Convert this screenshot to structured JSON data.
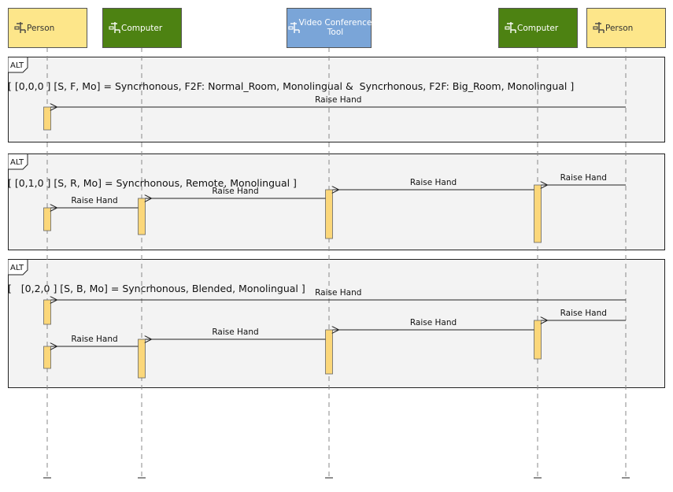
{
  "participants": [
    {
      "id": "p1",
      "label_lines": [
        "Person"
      ],
      "fill": "#fde68a",
      "text_color": "#333333"
    },
    {
      "id": "c1",
      "label_lines": [
        "Computer"
      ],
      "fill": "#4d8212",
      "text_color": "#ffffff"
    },
    {
      "id": "vc",
      "label_lines": [
        "Video Conference",
        "Tool"
      ],
      "fill": "#7aa5d8",
      "text_color": "#ffffff"
    },
    {
      "id": "c2",
      "label_lines": [
        "Computer"
      ],
      "fill": "#4d8212",
      "text_color": "#ffffff"
    },
    {
      "id": "p2",
      "label_lines": [
        "Person"
      ],
      "fill": "#fde68a",
      "text_color": "#333333"
    }
  ],
  "colors": {
    "activation": "#fbd77a",
    "frame_stroke": "#222222",
    "lifeline": "#888888",
    "person_icon": "#444444",
    "computer_icon": "#ffffff"
  },
  "icons": {
    "participant": "component-icon"
  },
  "fragments": [
    {
      "keyword": "ALT",
      "condition": "[ [0,0,0 ] [S, F, Mo] = Syncrhonous, F2F: Normal_Room, Monolingual &  Syncrhonous, F2F: Big_Room, Monolingual ]",
      "messages": [
        {
          "from": "p2",
          "to": "p1",
          "label": "Raise Hand"
        }
      ]
    },
    {
      "keyword": "ALT",
      "condition": "[ [0,1,0 ] [S, R, Mo] = Syncrhonous, Remote, Monolingual ]",
      "messages": [
        {
          "from": "p2",
          "to": "c2",
          "label": "Raise Hand"
        },
        {
          "from": "c2",
          "to": "vc",
          "label": "Raise Hand"
        },
        {
          "from": "vc",
          "to": "c1",
          "label": "Raise Hand"
        },
        {
          "from": "c1",
          "to": "p1",
          "label": "Raise Hand"
        }
      ]
    },
    {
      "keyword": "ALT",
      "condition": "[   [0,2,0 ] [S, B, Mo] = Syncrhonous, Blended, Monolingual ]",
      "messages": [
        {
          "from": "p2",
          "to": "p1",
          "label": "Raise Hand"
        },
        {
          "from": "p2",
          "to": "c2",
          "label": "Raise Hand"
        },
        {
          "from": "c2",
          "to": "vc",
          "label": "Raise Hand"
        },
        {
          "from": "vc",
          "to": "c1",
          "label": "Raise Hand"
        },
        {
          "from": "c1",
          "to": "p1",
          "label": "Raise Hand"
        }
      ]
    }
  ]
}
